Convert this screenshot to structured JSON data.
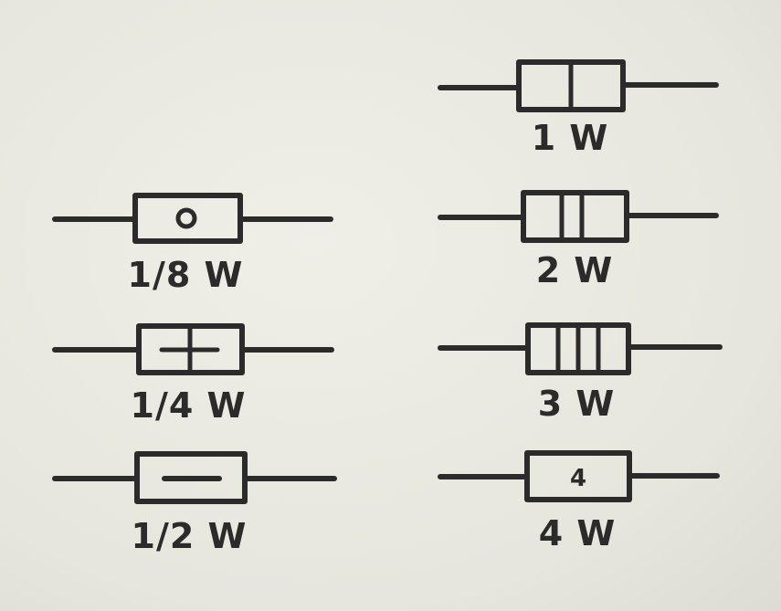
{
  "colors": {
    "ink": "#2b2b2b",
    "paper": "#e9e9e1"
  },
  "symbols": [
    {
      "id": "eighth",
      "label": "1/8 W",
      "marking": "circle"
    },
    {
      "id": "quarter",
      "label": "1/4 W",
      "marking": "cross-bar"
    },
    {
      "id": "half",
      "label": "1/2 W",
      "marking": "bar"
    },
    {
      "id": "one",
      "label": "1 W",
      "marking": "one-stripe"
    },
    {
      "id": "two",
      "label": "2 W",
      "marking": "two-stripes"
    },
    {
      "id": "three",
      "label": "3 W",
      "marking": "three-stripes"
    },
    {
      "id": "four",
      "label": "4 W",
      "marking": "text",
      "marking_text": "4"
    }
  ]
}
